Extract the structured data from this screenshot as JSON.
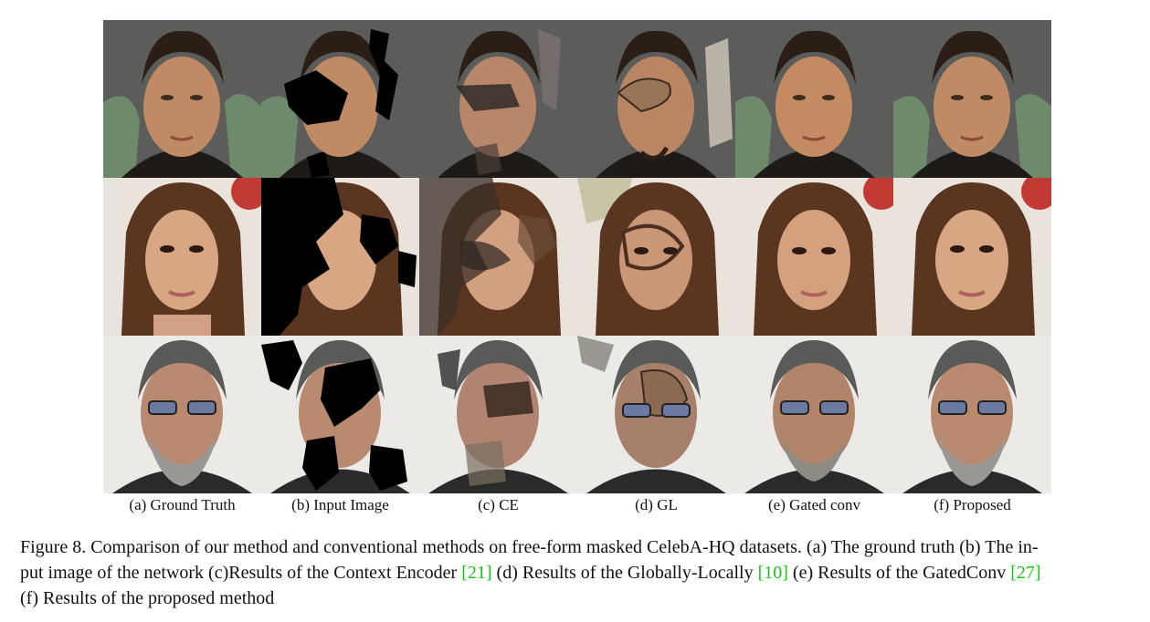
{
  "figure": {
    "labels": [
      "(a) Ground Truth",
      "(b) Input Image",
      "(c) CE",
      "(d) GL",
      "(e) Gated conv",
      "(f) Proposed"
    ],
    "caption": {
      "p1": "Figure 8. Comparison of our method and conventional methods on free-form masked CelebA-HQ datasets. (a) The ground truth (b) The in-",
      "p2a": "put image of the network (c)Results of the Context Encoder ",
      "ref1": "[21]",
      "p2b": " (d) Results of the Globally-Locally ",
      "ref2": "[10]",
      "p2c": " (e) Results of the GatedConv ",
      "ref3": "[27]",
      "p3": "(f) Results of the proposed method"
    },
    "colors": {
      "reference_link": "#17c717"
    }
  }
}
